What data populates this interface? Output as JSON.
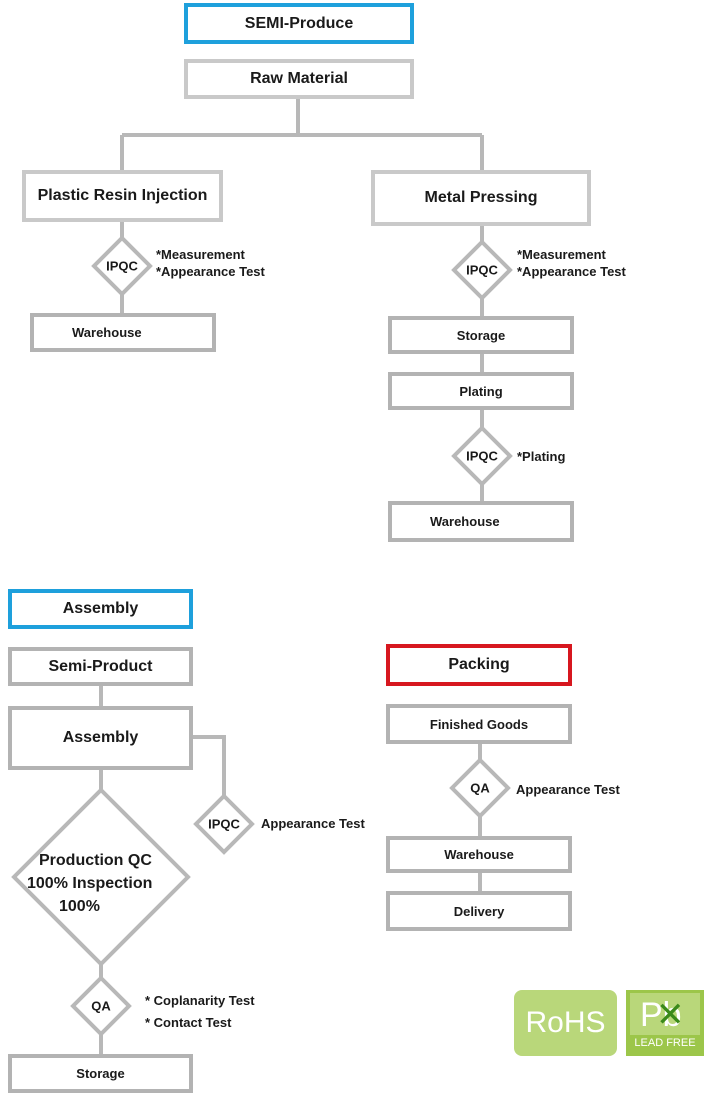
{
  "semi_section": {
    "header": "SEMI-Produce",
    "raw_material": "Raw Material",
    "left_branch": {
      "title": "Plastic Resin Injection",
      "ipqc": "IPQC",
      "notes": [
        "*Measurement",
        "*Appearance Test"
      ],
      "warehouse": "Warehouse"
    },
    "right_branch": {
      "title": "Metal Pressing",
      "ipqc1": "IPQC",
      "notes1": [
        "*Measurement",
        "*Appearance Test"
      ],
      "storage": "Storage",
      "plating": "Plating",
      "ipqc2": "IPQC",
      "notes2": [
        "*Plating"
      ],
      "warehouse": "Warehouse"
    }
  },
  "assembly_section": {
    "header": "Assembly",
    "semi_product": "Semi-Product",
    "assembly": "Assembly",
    "ipqc": "IPQC",
    "ipqc_note": "Appearance Test",
    "production_qc": [
      "Production QC",
      "100% Inspection",
      "100%"
    ],
    "qa": "QA",
    "qa_notes": [
      "* Coplanarity Test",
      "* Contact Test"
    ],
    "storage": "Storage"
  },
  "packing_section": {
    "header": "Packing",
    "finished_goods": "Finished Goods",
    "qa": "QA",
    "qa_note": "Appearance Test",
    "warehouse": "Warehouse",
    "delivery": "Delivery"
  },
  "badges": {
    "rohs": "RoHS",
    "pb_letters": "Pb",
    "pb_caption": "LEAD FREE"
  },
  "colors": {
    "section_blue": "#1ea0dc",
    "section_red": "#d7171f",
    "box_gray": "#b3b3b3",
    "rohs_green": "#b9d77a"
  }
}
